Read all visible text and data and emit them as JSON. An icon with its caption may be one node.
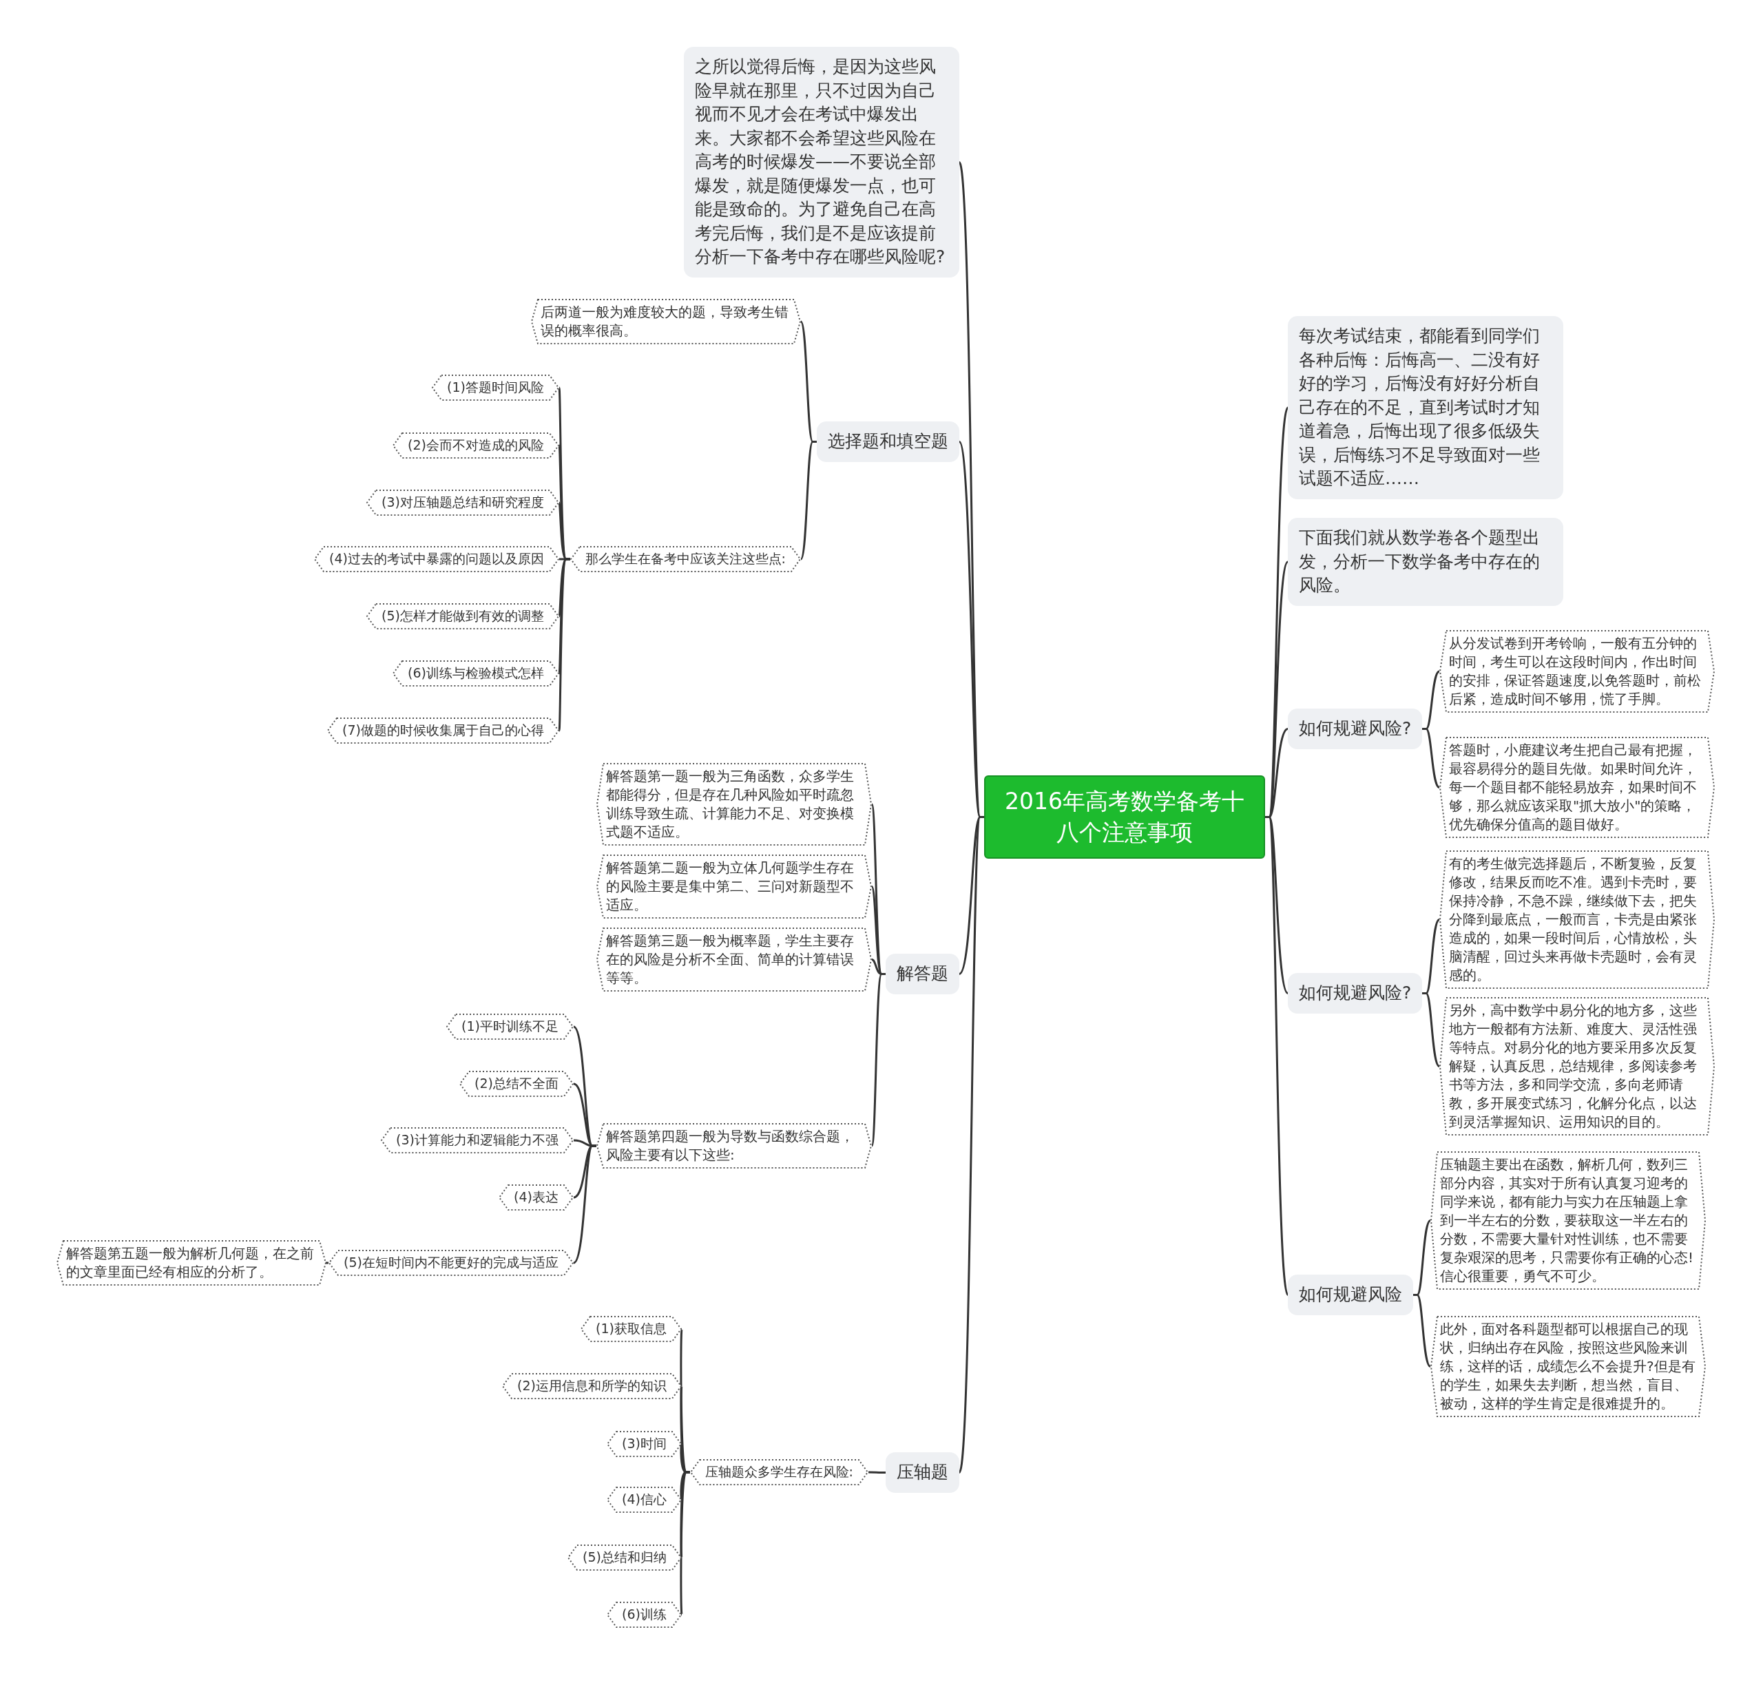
{
  "diagram": {
    "nodes": [
      {
        "text": [
          "2016年高考数学备考十八个注意事项"
        ]
      },
      {
        "text": [
          "之所以觉得后悔，是因为这些风险早就在那里，只不过因为自己视而不见才会在考试中爆发出来。大家都不会希望这些风险在高考的时候爆发——不要说全部爆发，就是随便爆发一点，也可能是致命的。为了避免自己在高考完后悔，我们是不是应该提前分析一下备考中存在哪些风险呢?"
        ]
      },
      {
        "text": [
          "选择题和填空题"
        ]
      },
      {
        "text": [
          "后两道一般为难度较大的题，导致考生错误的概率很高。"
        ]
      },
      {
        "text": [
          "那么学生在备考中应该关注这些点:"
        ]
      },
      {
        "text": [
          "(1)答题时间风险"
        ]
      },
      {
        "text": [
          "(2)会而不对造成的风险"
        ]
      },
      {
        "text": [
          "(3)对压轴题总结和研究程度"
        ]
      },
      {
        "text": [
          "(4)过去的考试中暴露的问题以及原因"
        ]
      },
      {
        "text": [
          "(5)怎样才能做到有效的调整"
        ]
      },
      {
        "text": [
          "(6)训练与检验模式怎样"
        ]
      },
      {
        "text": [
          "(7)做题的时候收集属于自己的心得"
        ]
      },
      {
        "text": [
          "解答题"
        ]
      },
      {
        "text": [
          "解答题第一题一般为三角函数，众多学生都能得分，但是存在几种风险如平时疏忽训练导致生疏、计算能力不足、对变换模式题不适应。"
        ]
      },
      {
        "text": [
          "解答题第二题一般为立体几何题学生存在的风险主要是集中第二、三问对新题型不适应。"
        ]
      },
      {
        "text": [
          "解答题第三题一般为概率题，学生主要存在的风险是分析不全面、简单的计算错误等等。"
        ]
      },
      {
        "text": [
          "解答题第四题一般为导数与函数综合题，风险主要有以下这些:"
        ]
      },
      {
        "text": [
          "(1)平时训练不足"
        ]
      },
      {
        "text": [
          "(2)总结不全面"
        ]
      },
      {
        "text": [
          "(3)计算能力和逻辑能力不强"
        ]
      },
      {
        "text": [
          "(4)表达"
        ]
      },
      {
        "text": [
          "(5)在短时间内不能更好的完成与适应"
        ]
      },
      {
        "text": [
          "解答题第五题一般为解析几何题，在之前的文章里面已经有相应的分析了。"
        ]
      },
      {
        "text": [
          "压轴题"
        ]
      },
      {
        "text": [
          "压轴题众多学生存在风险:"
        ]
      },
      {
        "text": [
          "(1)获取信息"
        ]
      },
      {
        "text": [
          "(2)运用信息和所学的知识"
        ]
      },
      {
        "text": [
          "(3)时间"
        ]
      },
      {
        "text": [
          "(4)信心"
        ]
      },
      {
        "text": [
          "(5)总结和归纳"
        ]
      },
      {
        "text": [
          "(6)训练"
        ]
      },
      {
        "text": [
          "每次考试结束，都能看到同学们各种后悔：后悔高一、二没有好好的学习，后悔没有好好分析自己存在的不足，直到考试时才知道着急，后悔出现了很多低级失误，后悔练习不足导致面对一些试题不适应……"
        ]
      },
      {
        "text": [
          "下面我们就从数学卷各个题型出发，分析一下数学备考中存在的风险。"
        ]
      },
      {
        "text": [
          "如何规避风险?"
        ]
      },
      {
        "text": [
          "从分发试卷到开考铃响，一般有五分钟的时间，考生可以在这段时间内，作出时间的安排，保证答题速度,以免答题时，前松后紧，造成时间不够用，慌了手脚。"
        ]
      },
      {
        "text": [
          "答题时，小鹿建议考生把自己最有把握，最容易得分的题目先做。如果时间允许，每一个题目都不能轻易放弃，如果时间不够，那么就应该采取\"抓大放小\"的策略，优先确保分值高的题目做好。"
        ]
      },
      {
        "text": [
          "如何规避风险?"
        ]
      },
      {
        "text": [
          "有的考生做完选择题后，不断复验，反复修改，结果反而吃不准。遇到卡壳时，要保持冷静，不急不躁，继续做下去，把失分降到最底点，一般而言，卡壳是由紧张造成的，如果一段时间后，心情放松，头脑清醒，回过头来再做卡壳题时，会有灵感的。"
        ]
      },
      {
        "text": [
          "另外，高中数学中易分化的地方多，这些地方一般都有方法新、难度大、灵活性强等特点。对易分化的地方要采用多次反复解疑，认真反思，总结规律，多阅读参考书等方法，多和同学交流，多向老师请教，多开展变式练习，化解分化点，以达到灵活掌握知识、运用知识的目的。"
        ]
      },
      {
        "text": [
          "如何规避风险"
        ]
      },
      {
        "text": [
          "压轴题主要出在函数，解析几何，数列三部分内容，其实对于所有认真复习迎考的同学来说，都有能力与实力在压轴题上拿到一半左右的分数，要获取这一半左右的分数，不需要大量针对性训练，也不需要复杂艰深的思考，只需要你有正确的心态!信心很重要，勇气不可少。"
        ]
      },
      {
        "text": [
          "此外，面对各科题型都可以根据自己的现状，归纳出存在风险，按照这些风险来训练，这样的话，成绩怎么不会提升?但是有的学生，如果失去判断，想当然，盲目、被动，这样的学生肯定是很难提升的。"
        ]
      }
    ],
    "edges": [
      {
        "from": 0,
        "to": 1,
        "arrow": "none"
      },
      {
        "from": 0,
        "to": 2,
        "arrow": "none"
      },
      {
        "from": 2,
        "to": 3,
        "arrow": "none"
      },
      {
        "from": 2,
        "to": 4,
        "arrow": "none"
      },
      {
        "from": 4,
        "to": 5,
        "arrow": "none"
      },
      {
        "from": 4,
        "to": 6,
        "arrow": "none"
      },
      {
        "from": 4,
        "to": 7,
        "arrow": "none"
      },
      {
        "from": 4,
        "to": 8,
        "arrow": "none"
      },
      {
        "from": 4,
        "to": 9,
        "arrow": "none"
      },
      {
        "from": 4,
        "to": 10,
        "arrow": "none"
      },
      {
        "from": 4,
        "to": 11,
        "arrow": "none"
      },
      {
        "from": 0,
        "to": 12,
        "arrow": "none"
      },
      {
        "from": 12,
        "to": 13,
        "arrow": "none"
      },
      {
        "from": 12,
        "to": 14,
        "arrow": "none"
      },
      {
        "from": 12,
        "to": 15,
        "arrow": "none"
      },
      {
        "from": 12,
        "to": 16,
        "arrow": "none"
      },
      {
        "from": 16,
        "to": 17,
        "arrow": "none"
      },
      {
        "from": 16,
        "to": 18,
        "arrow": "none"
      },
      {
        "from": 16,
        "to": 19,
        "arrow": "none"
      },
      {
        "from": 16,
        "to": 20,
        "arrow": "none"
      },
      {
        "from": 16,
        "to": 21,
        "arrow": "none"
      },
      {
        "from": 21,
        "to": 22,
        "arrow": "none"
      },
      {
        "from": 0,
        "to": 23,
        "arrow": "none"
      },
      {
        "from": 23,
        "to": 24,
        "arrow": "none"
      },
      {
        "from": 24,
        "to": 25,
        "arrow": "none"
      },
      {
        "from": 24,
        "to": 26,
        "arrow": "none"
      },
      {
        "from": 24,
        "to": 27,
        "arrow": "none"
      },
      {
        "from": 24,
        "to": 28,
        "arrow": "none"
      },
      {
        "from": 24,
        "to": 29,
        "arrow": "none"
      },
      {
        "from": 24,
        "to": 30,
        "arrow": "none"
      },
      {
        "from": 0,
        "to": 31,
        "arrow": "none"
      },
      {
        "from": 0,
        "to": 32,
        "arrow": "none"
      },
      {
        "from": 0,
        "to": 33,
        "arrow": "none"
      },
      {
        "from": 33,
        "to": 34,
        "arrow": "none"
      },
      {
        "from": 33,
        "to": 35,
        "arrow": "none"
      },
      {
        "from": 0,
        "to": 36,
        "arrow": "none"
      },
      {
        "from": 36,
        "to": 37,
        "arrow": "none"
      },
      {
        "from": 36,
        "to": 38,
        "arrow": "none"
      },
      {
        "from": 0,
        "to": 39,
        "arrow": "none"
      },
      {
        "from": 39,
        "to": 40,
        "arrow": "none"
      },
      {
        "from": 39,
        "to": 41,
        "arrow": "none"
      }
    ]
  }
}
